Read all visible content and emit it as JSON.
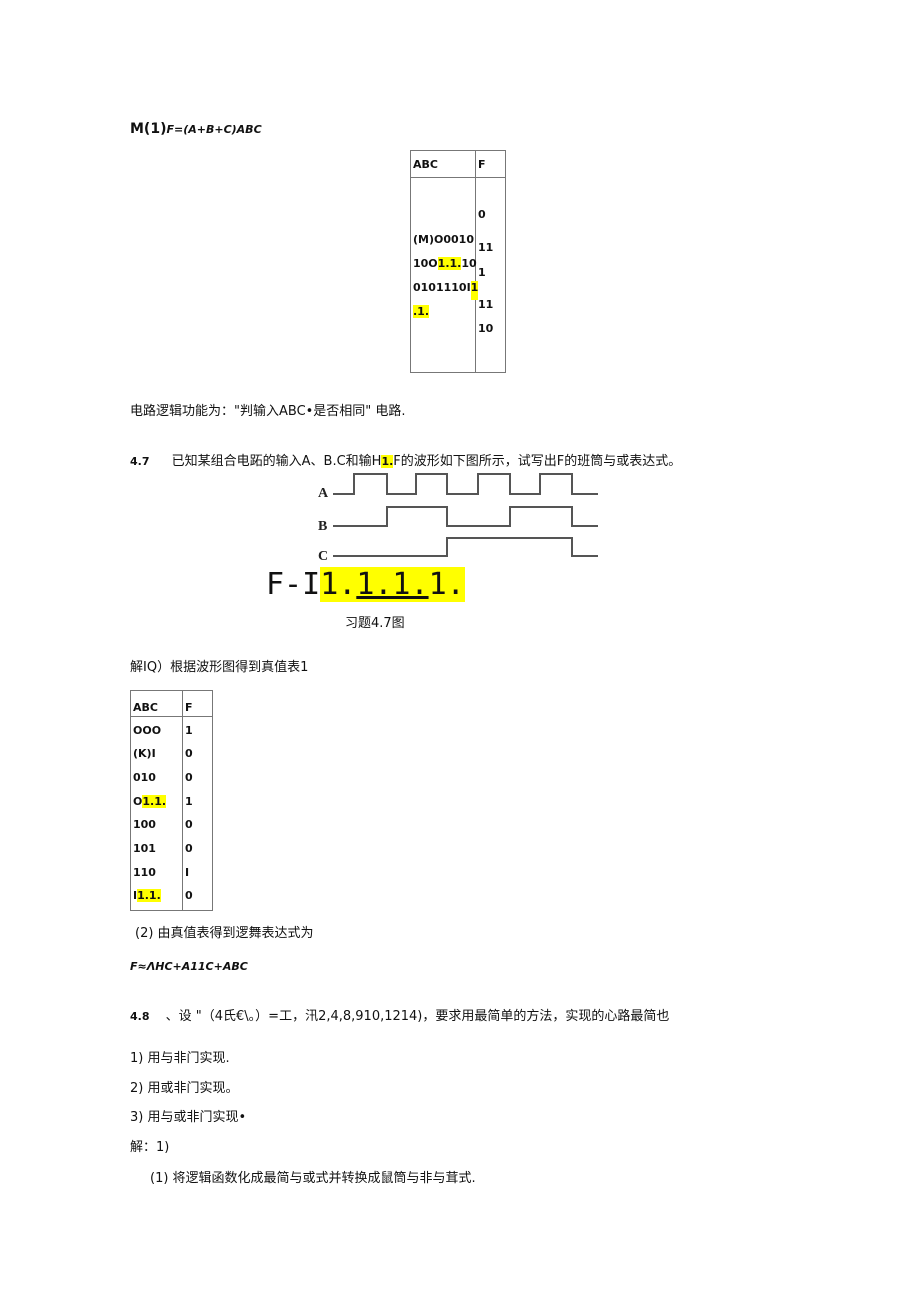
{
  "section1": {
    "heading_prefix": "M(1)",
    "heading_formula": "F=(A+B+C)ABC",
    "table": {
      "header_inputs": "ABC",
      "header_output": "F",
      "input_lines": [
        {
          "text": "(M)O0010",
          "highlight": ""
        },
        {
          "pre": "10O",
          "hl": "1.1.",
          "post": "10"
        },
        {
          "pre": "0101110I",
          "hl": "1",
          "post": ""
        },
        {
          "pre": "",
          "hl": ".1.",
          "post": ""
        }
      ],
      "output_lines": [
        "0",
        "11",
        "1",
        "11",
        "10"
      ]
    },
    "conclusion": "电路逻辑功能为：\"判输入ABC•是否相同\" 电路."
  },
  "problem_4_7": {
    "number": "4.7",
    "text_pre": "已知某组合电跖的输入A、B.C和输H",
    "text_hl": "1.",
    "text_post": "F的波形如下图所示，试写出F的班筒与或表达式。",
    "waveform": {
      "signals": [
        "A",
        "B",
        "C"
      ],
      "A_transitions": [
        354,
        387,
        416,
        447,
        478,
        510,
        540,
        572
      ],
      "B_transitions": [
        387,
        447,
        510,
        572
      ],
      "C_transitions": [
        447,
        572
      ]
    },
    "f_line_prefix": "F-I",
    "f_line_hl_1": "1.",
    "f_line_hl_underlined": "1.1.",
    "f_line_hl_2": "1.",
    "caption": "习题4.7图",
    "solution_intro": "解IQ）根据波形图得到真值表1",
    "truth_table": {
      "header_inputs": "ABC",
      "header_output": "F",
      "rows": [
        {
          "in_pre": "OOO",
          "in_hl": "",
          "out": "1"
        },
        {
          "in_pre": "(K)I",
          "in_hl": "",
          "out": "0"
        },
        {
          "in_pre": "010",
          "in_hl": "",
          "out": "0"
        },
        {
          "in_pre": "O",
          "in_hl": "1.1.",
          "out": "1"
        },
        {
          "in_pre": "100",
          "in_hl": "",
          "out": "0"
        },
        {
          "in_pre": "101",
          "in_hl": "",
          "out": "0"
        },
        {
          "in_pre": "110",
          "in_hl": "",
          "out": "I"
        },
        {
          "in_pre": "I",
          "in_hl": "1.1.",
          "out": "0"
        }
      ]
    },
    "step2": "(2) 由真值表得到逻舞表达式为",
    "expression": "F≈ΛHC+A11C+ABC"
  },
  "problem_4_8": {
    "number": "4.8",
    "text": "、设 \"（4氏€\\。）=工，汛2,4,8,910,1214)，要求用最简单的方法，实现的心路最简也",
    "items": [
      "1) 用与非门实现.",
      "2) 用或非门实现。",
      "3) 用与或非门实现•"
    ],
    "solution_label": "解：1)",
    "step1": "(1) 将逻辑函数化成最简与或式并转换成鼠筒与非与茸式."
  }
}
